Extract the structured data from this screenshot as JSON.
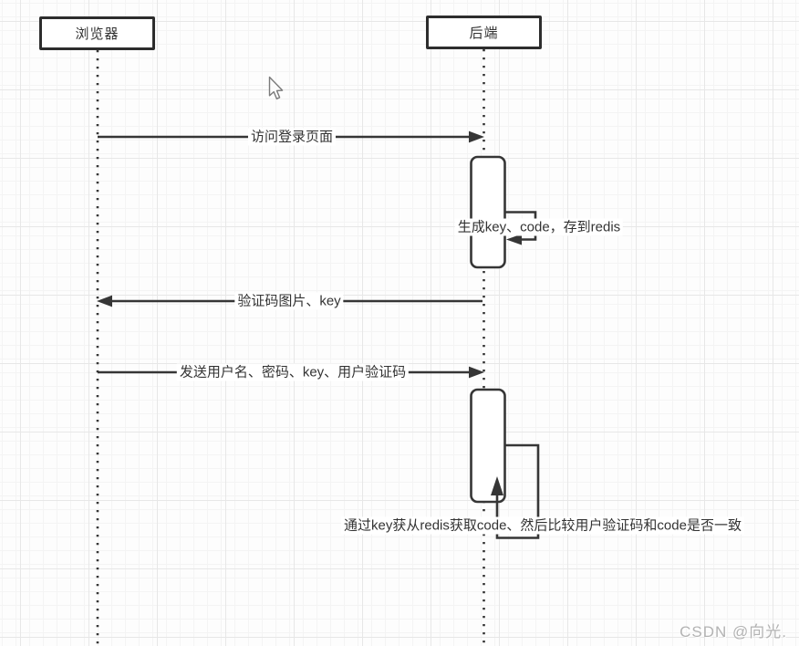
{
  "diagram": {
    "actors": [
      {
        "label": "浏览器"
      },
      {
        "label": "后端"
      }
    ],
    "messages": {
      "visit_login": "访问登录页面",
      "generate": "生成key、code，存到redis",
      "return_captcha": "验证码图片、key",
      "submit_form": "发送用户名、密码、key、用户验证码",
      "verify": "通过key获从redis获取code、然后比较用户验证码和code是否一致"
    }
  },
  "watermark": "CSDN @向光.",
  "colors": {
    "stroke": "#363636",
    "text": "#333333",
    "shape_fill": "#ffffff",
    "grid_minor": "#f4f4f4",
    "grid_major": "#e7e7e7",
    "watermark": "#b3b3b3"
  }
}
